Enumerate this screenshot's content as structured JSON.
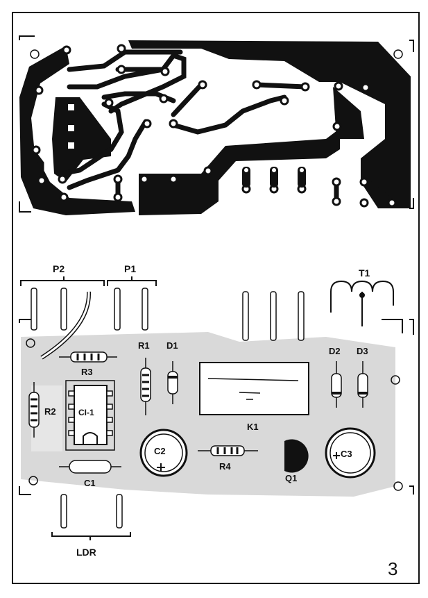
{
  "figure_number": "3",
  "labels": {
    "p2": "P2",
    "p1": "P1",
    "t1": "T1",
    "r1": "R1",
    "d1": "D1",
    "d2": "D2",
    "d3": "D3",
    "r3": "R3",
    "r2": "R2",
    "ci1": "CI-1",
    "k1": "K1",
    "c2": "C2",
    "c3": "C3",
    "r4": "R4",
    "q1": "Q1",
    "c1": "C1",
    "ldr": "LDR"
  },
  "colors": {
    "ink": "#111111",
    "trace_shadow": "#d9d9d9",
    "paper": "#ffffff"
  }
}
